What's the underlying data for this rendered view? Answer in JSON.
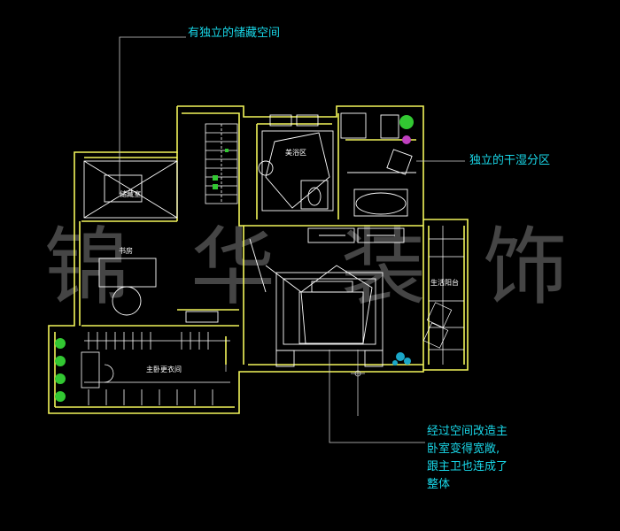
{
  "callouts": {
    "storage": "有独立的储藏空间",
    "dry_wet": "独立的干湿分区",
    "master": [
      "经过空间改造主",
      "卧室变得宽敞,",
      "跟主卫也连成了",
      "整体"
    ]
  },
  "watermark": [
    "锦",
    "华",
    "装",
    "饰"
  ],
  "rooms": {
    "storage_room": "储藏室",
    "bath": "美浴区",
    "study": "书房",
    "balcony": "生活阳台",
    "walk_in": "主卧更衣间"
  },
  "colors": {
    "wall": "#f2f55a",
    "line": "#ffffff",
    "accent": "#19d7e8",
    "plant": "#32c832"
  }
}
